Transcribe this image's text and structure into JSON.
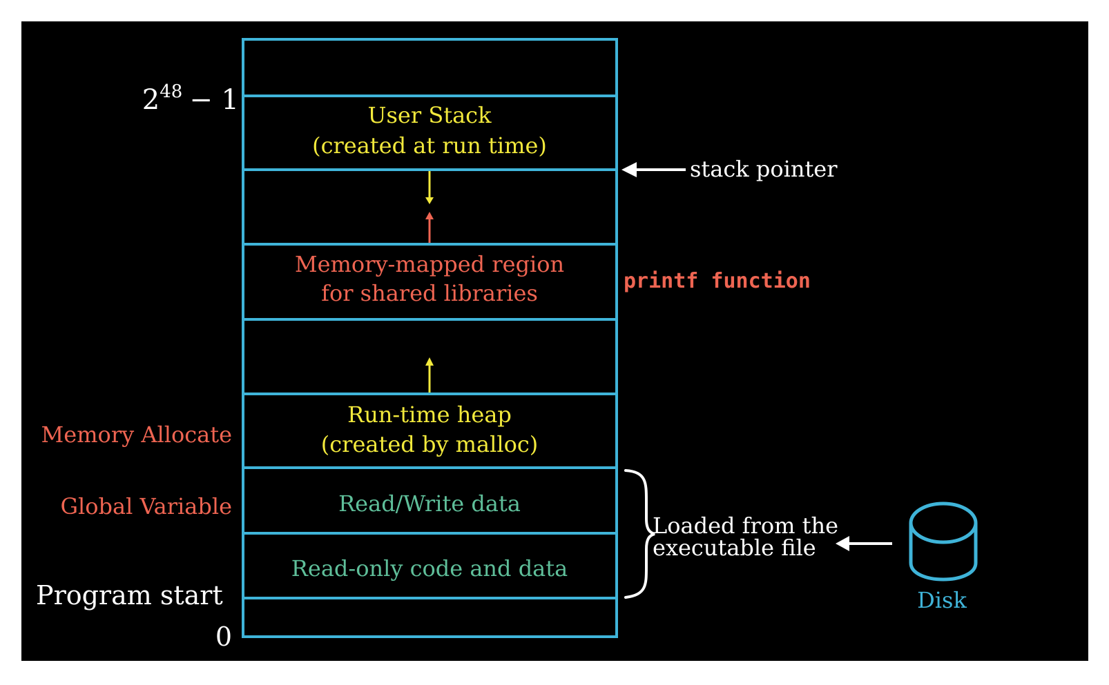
{
  "address_labels": {
    "top_base": "2",
    "top_exponent": "48",
    "top_suffix": "− 1",
    "bottom": "0"
  },
  "segments": {
    "user_stack": {
      "line1": "User Stack",
      "line2": "(created at run time)"
    },
    "mmap": {
      "line1": "Memory-mapped region",
      "line2": "for shared libraries"
    },
    "heap": {
      "line1": "Run-time heap",
      "line2": "(created by malloc)"
    },
    "rw_data": "Read/Write data",
    "ro_code": "Read-only code and data"
  },
  "side_labels": {
    "memory_allocate": "Memory Allocate",
    "global_variable": "Global Variable",
    "program_start": "Program start"
  },
  "annotations": {
    "stack_pointer": "stack pointer",
    "printf": "printf function",
    "loaded_line1": "Loaded from the",
    "loaded_line2": "executable file",
    "disk": "Disk"
  },
  "colors": {
    "background": "#000000",
    "frame": "#3fb4d9",
    "yellow": "#f2e93c",
    "red": "#ef6552",
    "green": "#5fbf9a",
    "white": "#ffffff",
    "disk": "#3fb4d9"
  }
}
